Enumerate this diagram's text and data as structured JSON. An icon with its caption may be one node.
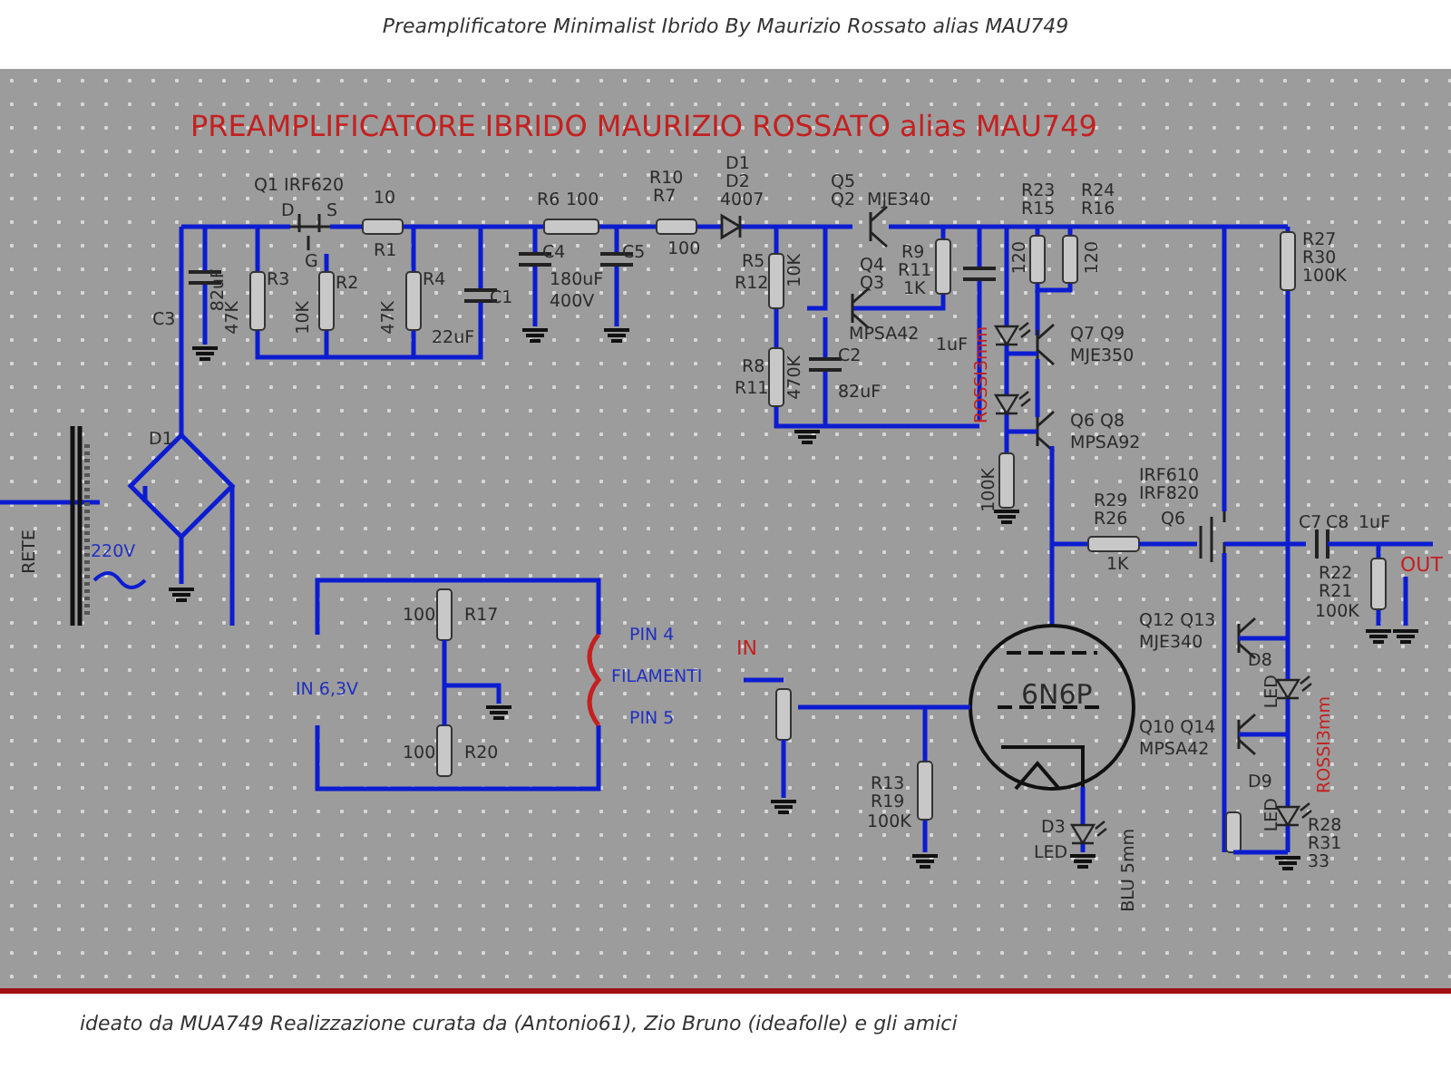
{
  "diagram": {
    "title": "Preamplificatore Minimalist Ibrido By Maurizio Rossato alias MAU749",
    "caption": "ideato da MUA749 Realizzazione curata da (Antonio61), Zio Bruno (ideafolle) e gli amici",
    "labels": [
      "PREAMPLIFICATORE IBRIDO MAURIZIO ROSSATO alias MAU749",
      "Q1 IRF620",
      "D",
      "S",
      "G",
      "10",
      "R1",
      "82uF",
      "C3",
      "R3",
      "47K",
      "R2",
      "10K",
      "R4",
      "47K",
      "C1",
      "22uF",
      "R6",
      "100",
      "C4",
      "180uF",
      "400V",
      "C5",
      "R10",
      "R7",
      "100",
      "D1",
      "D2",
      "4007",
      "Q5",
      "Q2",
      "MJE340",
      "R5",
      "R12",
      "10K",
      "Q4",
      "Q3",
      "MPSA42",
      "R9",
      "R11",
      "1K",
      "R8",
      "R11",
      "470K",
      "C2",
      "82uF",
      "1uF",
      "R23",
      "R15",
      "R24",
      "R16",
      "120",
      "120",
      "ROSSI3mm",
      "Q7  Q9",
      "MJE350",
      "Q6  Q8",
      "MPSA92",
      "100K",
      "R27",
      "R30",
      "100K",
      "IRF610",
      "IRF820",
      "R29",
      "R26",
      "Q6",
      "1K",
      "C7",
      "C8",
      "1uF",
      "R22",
      "R21",
      "100K",
      "OUT",
      "Q12 Q13",
      "MJE340",
      "D8",
      "LED",
      "ROSSI3mm",
      "Q10 Q14",
      "MPSA42",
      "D9",
      "LED",
      "R28",
      "R31",
      "33",
      "6N6P",
      "D3",
      "LED",
      "BLU 5mm",
      "IN",
      "R13",
      "R19",
      "100K",
      "100",
      "R17",
      "100",
      "R20",
      "IN 6,3V",
      "PIN 4",
      "FILAMENTI",
      "PIN 5",
      "D1",
      "RETE",
      "220V"
    ]
  }
}
